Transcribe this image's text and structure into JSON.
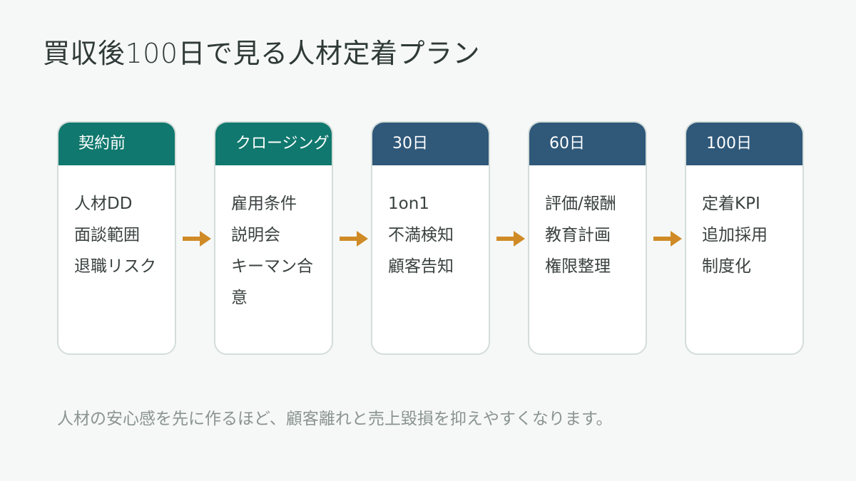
{
  "title": "買収後100日で見る人材定着プラン",
  "stages": [
    {
      "label": "契約前",
      "color": "#10786e",
      "items": [
        "人材DD",
        "面談範囲",
        "退職リスク"
      ]
    },
    {
      "label": "クロージング",
      "color": "#10786e",
      "items": [
        "雇用条件",
        "説明会",
        "キーマン合意"
      ]
    },
    {
      "label": "30日",
      "color": "#2f5879",
      "items": [
        "1on1",
        "不満検知",
        "顧客告知"
      ]
    },
    {
      "label": "60日",
      "color": "#2f5879",
      "items": [
        "評価/報酬",
        "教育計画",
        "権限整理"
      ]
    },
    {
      "label": "100日",
      "color": "#2f5879",
      "items": [
        "定着KPI",
        "追加採用",
        "制度化"
      ]
    }
  ],
  "arrow_color": "#d08b27",
  "footer_note": "人材の安心感を先に作るほど、顧客離れと売上毀損を抑えやすくなります。"
}
